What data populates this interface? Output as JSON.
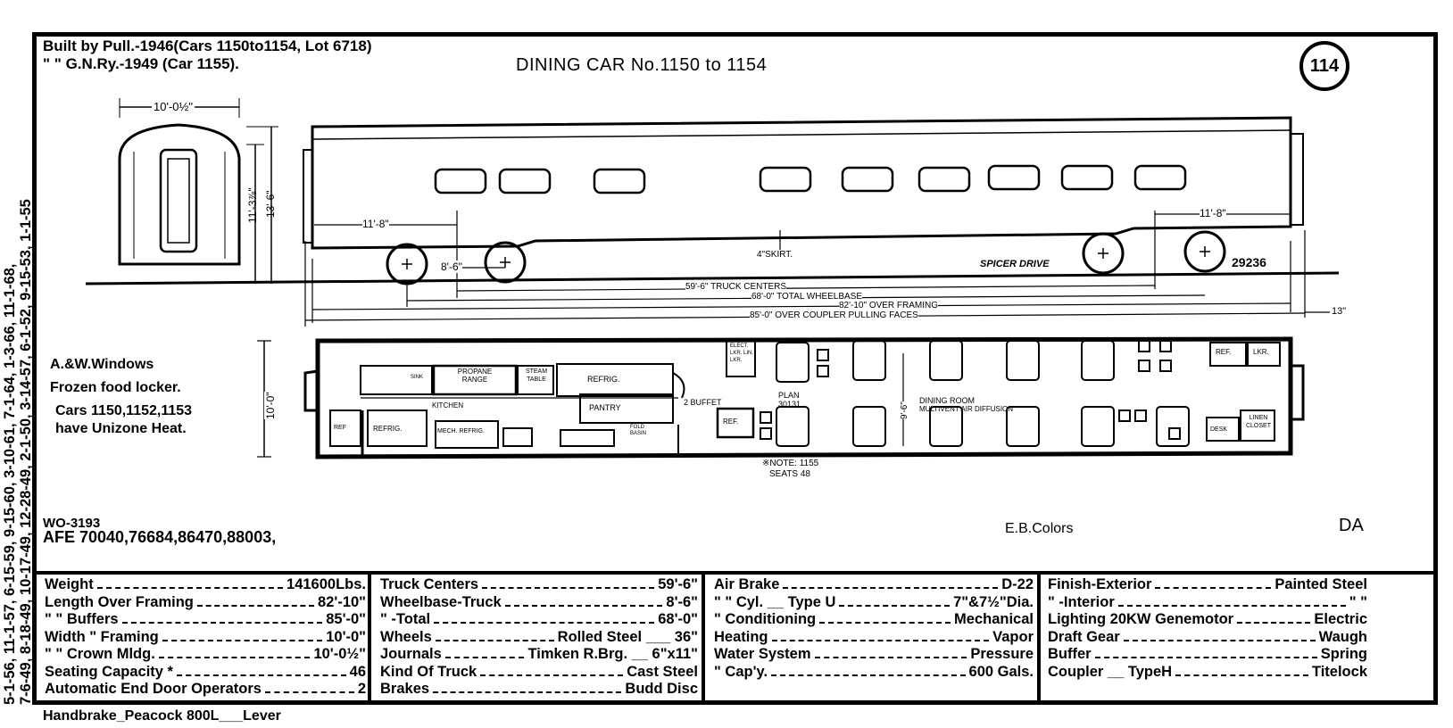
{
  "header": {
    "built_line1": "Built by Pull.-1946(Cars 1150to1154, Lot 6718)",
    "built_line2": "\"   \" G.N.Ry.-1949 (Car 1155).",
    "title": "DINING CAR No.1150 to 1154",
    "sheet_number": "114"
  },
  "side_margin": {
    "line1": "5-1-56, 11-1-57, 6-15-59, 9-15-60, 3-10-61, 7-1-64, 1-3-66, 11-1-68,",
    "line2": "7-6-49, 8-18-49, 10-17-49, 12-28-49, 2-1-50, 3-14-57, 6-1-52, 9-15-53, 1-1-55"
  },
  "end_view": {
    "width": "10'-0½\"",
    "height1": "11'-3⅞\"",
    "height2": "13'-6\""
  },
  "elevation": {
    "truck_offset_left": "11'-8\"",
    "truck_offset_right": "11'-8\"",
    "wheelbase": "8'-6\"",
    "skirt": "4\"SKIRT.",
    "spicer": "SPICER DRIVE",
    "drawing_no": "29236",
    "truck_centers": "59'-6\" TRUCK CENTERS",
    "total_wheelbase": "68'-0\" TOTAL WHEELBASE",
    "over_framing": "82'-10\" OVER FRAMING",
    "over_coupler": "85'-0\" OVER COUPLER PULLING FACES",
    "overhang": "13\""
  },
  "notes": {
    "line1": "A.&W.Windows",
    "line2": "Frozen food locker.",
    "line3": "Cars 1150,1152,1153",
    "line4": "have Unizone Heat."
  },
  "plan": {
    "width": "10'-0\"",
    "inner_width": "9'-6\"",
    "refr_small": "REF",
    "refrig": "REFRIG.",
    "mech_refrig": "MECH. REFRIG.",
    "kitchen": "KITCHEN",
    "propane": "PROPANE RANGE",
    "sink": "SINK",
    "steam_table": "STEAM TABLE",
    "refrig_top": "REFRIG.",
    "pantry": "PANTRY",
    "fold_basin": "FOLD BASIN",
    "buffet": "2 BUFFET",
    "ref_box": "REF.",
    "lockers": "ELECT. LKR. LIN. LKR.",
    "plan_label": "PLAN",
    "plan_no": "30131",
    "dining": "DINING ROOM",
    "multivent": "MULTIVENT AIR DIFFUSION",
    "ref_right": "REF.",
    "lkr_right": "LKR.",
    "desk": "DESK",
    "linen": "LINEN CLOSET",
    "note1": "※NOTE: 1155",
    "note2": "SEATS 48"
  },
  "footer_top": {
    "wo": "WO-3193",
    "afe": "AFE 70040,76684,86470,88003,",
    "eb_colors": "E.B.Colors",
    "da": "DA"
  },
  "specs": {
    "col1": [
      {
        "label": "Weight",
        "value": "141600Lbs."
      },
      {
        "label": "Length Over Framing",
        "value": "82'-10\""
      },
      {
        "label": "\"     \"  Buffers",
        "value": "85'-0\""
      },
      {
        "label": "Width   \"   Framing",
        "value": "10'-0\""
      },
      {
        "label": "\"     \"   Crown Mldg.",
        "value": "10'-0½\""
      },
      {
        "label": "Seating Capacity *",
        "value": "46"
      },
      {
        "label": "Automatic End Door Operators",
        "value": "2"
      }
    ],
    "col2": [
      {
        "label": "Truck Centers",
        "value": "59'-6\""
      },
      {
        "label": "Wheelbase-Truck",
        "value": "8'-6\""
      },
      {
        "label": "\"     -Total",
        "value": "68'-0\""
      },
      {
        "label": "Wheels",
        "value": "Rolled Steel ___ 36\""
      },
      {
        "label": "Journals",
        "value": "Timken R.Brg. __ 6\"x11\""
      },
      {
        "label": "Kind Of Truck",
        "value": "Cast Steel"
      },
      {
        "label": "Brakes",
        "value": "Budd Disc"
      }
    ],
    "col3": [
      {
        "label": "Air Brake",
        "value": "D-22"
      },
      {
        "label": "\"   \"  Cyl. __ Type U",
        "value": "7\"&7½\"Dia."
      },
      {
        "label": "\" Conditioning",
        "value": "Mechanical"
      },
      {
        "label": "Heating",
        "value": "Vapor"
      },
      {
        "label": "Water System",
        "value": "Pressure"
      },
      {
        "label": "\"    Cap'y.",
        "value": "600 Gals."
      }
    ],
    "col4": [
      {
        "label": "Finish-Exterior",
        "value": "Painted Steel"
      },
      {
        "label": "\"   -Interior",
        "value": "\"     \""
      },
      {
        "label": "Lighting 20KW Genemotor",
        "value": "Electric"
      },
      {
        "label": "Draft Gear",
        "value": "Waugh"
      },
      {
        "label": "Buffer",
        "value": "Spring"
      },
      {
        "label": "Coupler __ TypeH",
        "value": "Titelock"
      }
    ]
  },
  "handbrake": "Handbrake_Peacock 800L___Lever"
}
